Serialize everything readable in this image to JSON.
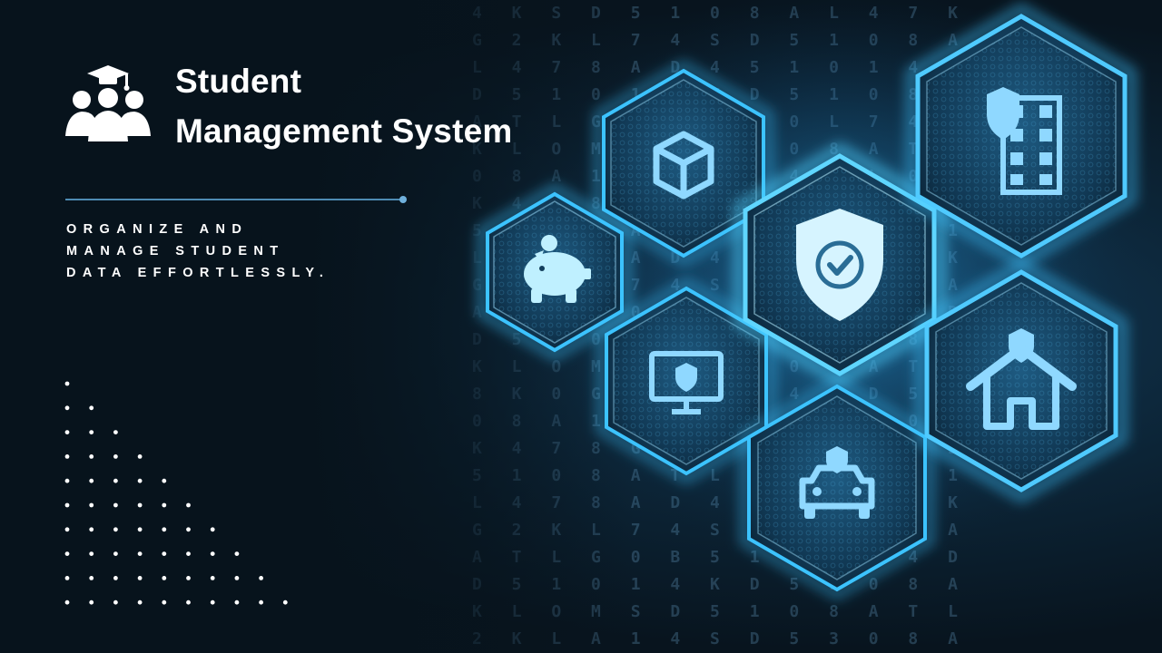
{
  "slide": {
    "title_line1": "Student",
    "title_line2": "Management System",
    "tagline_line1": "ORGANIZE AND",
    "tagline_line2": "MANAGE STUDENT",
    "tagline_line3": "DATA EFFORTLESSLY."
  },
  "icons": {
    "logo": "students-graduation-cap-icon",
    "hexagons": [
      "piggy-bank-icon",
      "cube-icon",
      "monitor-icon",
      "shield-check-icon",
      "car-icon",
      "building-icon",
      "house-icon"
    ]
  },
  "colors": {
    "background": "#0b1a26",
    "text": "#ffffff",
    "accent": "#4e8bb3",
    "hex_glow": "#3cc3ff",
    "hex_icon": "#8fd8ff"
  }
}
